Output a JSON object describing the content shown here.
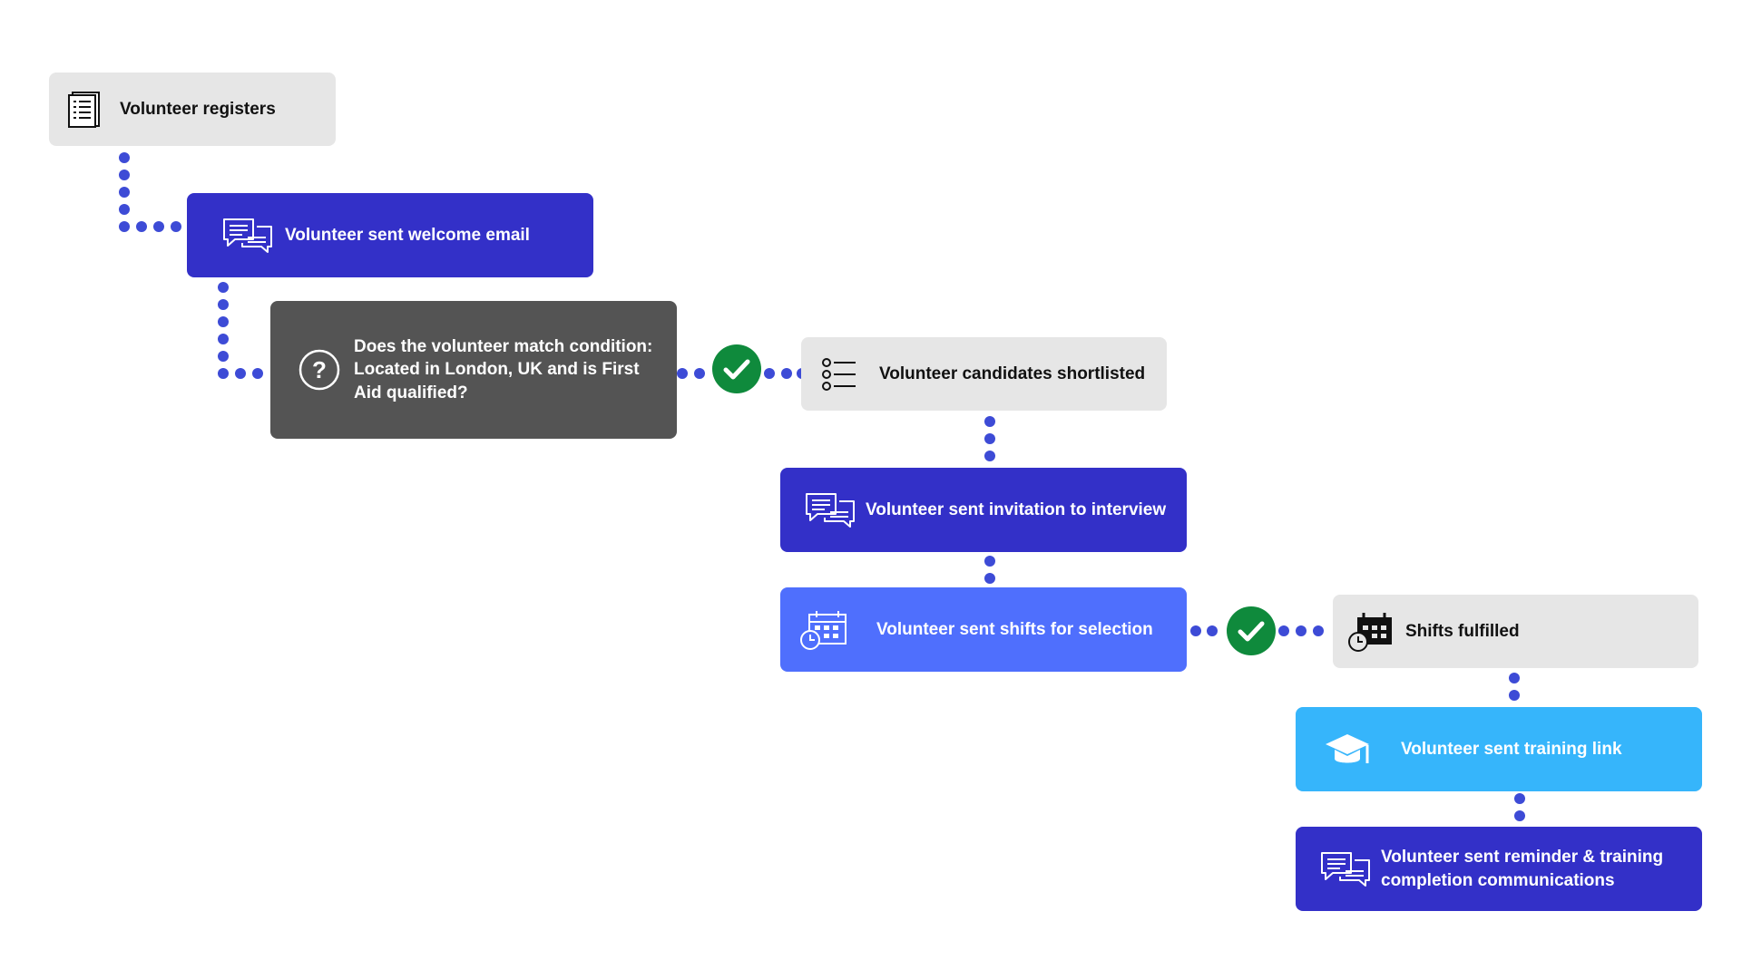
{
  "colors": {
    "grey": "#e6e6e6",
    "navy": "#3330c8",
    "dark": "#545454",
    "royal": "#4f6ffd",
    "sky": "#36b5fb",
    "dot": "#3d4bd6",
    "check": "#0f8a3c"
  },
  "nodes": {
    "registers": {
      "label": "Volunteer registers",
      "icon": "document-list-icon"
    },
    "welcome": {
      "label": "Volunteer sent welcome email",
      "icon": "chat-bubbles-icon"
    },
    "condition": {
      "label": "Does the volunteer match condition: Located in London, UK and is First Aid qualified?",
      "icon": "question-circle-icon"
    },
    "shortlisted": {
      "label": "Volunteer candidates shortlisted",
      "icon": "checklist-icon"
    },
    "interview": {
      "label": "Volunteer sent invitation to interview",
      "icon": "chat-bubbles-icon"
    },
    "shifts": {
      "label": "Volunteer sent shifts for selection",
      "icon": "calendar-clock-icon"
    },
    "fulfilled": {
      "label": "Shifts fulfilled",
      "icon": "calendar-clock-icon"
    },
    "training": {
      "label": "Volunteer sent training link",
      "icon": "graduation-cap-icon"
    },
    "reminder": {
      "label": "Volunteer sent reminder & training completion communications",
      "icon": "chat-bubbles-icon"
    }
  },
  "checks": [
    "check-icon",
    "check-icon"
  ]
}
